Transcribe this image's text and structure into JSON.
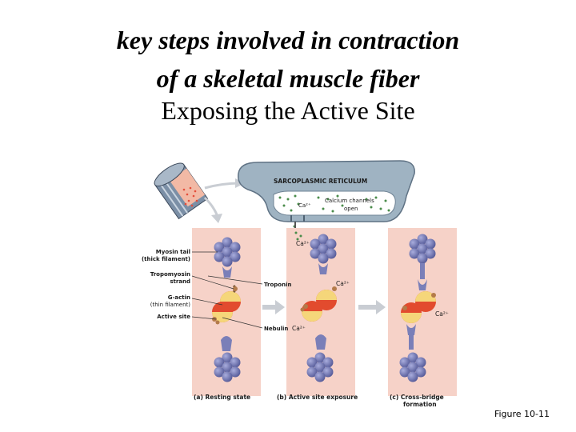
{
  "slide": {
    "title_line1": "key steps involved in contraction",
    "title_line2": "of a skeletal muscle fiber",
    "subtitle": "Exposing the Active Site",
    "figure_ref": "Figure 10-11"
  },
  "diagram": {
    "sr_label": "SARCOPLASMIC RETICULUM",
    "ca_label": "Ca²⁺",
    "channels_label_1": "Calcium channels",
    "channels_label_2": "open",
    "labels_left": {
      "myosin_tail_1": "Myosin tail",
      "myosin_tail_2": "(thick filament)",
      "tropomyosin_1": "Tropomyosin",
      "tropomyosin_2": "strand",
      "gactin_1": "G-actin",
      "gactin_2": "(thin filament)",
      "active_site": "Active site"
    },
    "labels_mid": {
      "troponin": "Troponin",
      "nebulin": "Nebulin"
    },
    "panel_captions": {
      "a": "(a) Resting state",
      "b": "(b) Active site exposure",
      "c1": "(c) Cross-bridge",
      "c2": "formation"
    },
    "colors": {
      "panel_bg": "#f6d2c8",
      "sr_fill": "#9fb3c2",
      "myosin": "#7a7fb8",
      "actin_red": "#e24b2e",
      "actin_yellow": "#f5d67a",
      "arrow": "#c9cdd3"
    }
  }
}
